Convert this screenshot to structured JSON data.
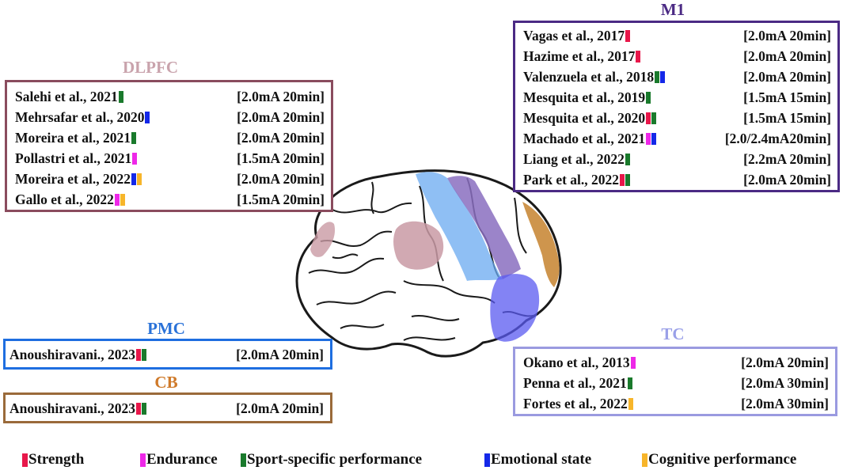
{
  "colors": {
    "strength": "#e8174a",
    "endurance": "#ee28e8",
    "sport": "#1a7a2c",
    "emotional": "#1428e8",
    "cognitive": "#f7b52a"
  },
  "regions": {
    "dlpfc": {
      "title": "DLPFC",
      "title_color": "#c9a3ac",
      "border_color": "#8a4c5e",
      "area_color": "#c99aa4",
      "studies": [
        {
          "name": "Salehi et al., 2021",
          "dose": "[2.0mA 20min]",
          "tags": [
            "sport"
          ]
        },
        {
          "name": "Mehrsafar et al., 2020",
          "dose": "[2.0mA 20min]",
          "tags": [
            "emotional"
          ]
        },
        {
          "name": "Moreira et al., 2021",
          "dose": "[2.0mA 20min]",
          "tags": [
            "sport"
          ]
        },
        {
          "name": "Pollastri et al., 2021",
          "dose": "[1.5mA 20min]",
          "tags": [
            "endurance"
          ]
        },
        {
          "name": "Moreira et al., 2022",
          "dose": "[2.0mA 20min]",
          "tags": [
            "emotional",
            "cognitive"
          ]
        },
        {
          "name": "Gallo et al., 2022",
          "dose": "[1.5mA 20min]",
          "tags": [
            "endurance",
            "cognitive"
          ]
        }
      ]
    },
    "m1": {
      "title": "M1",
      "title_color": "#4b2a84",
      "border_color": "#4b2a84",
      "area_color": "#8a6fc0",
      "studies": [
        {
          "name": "Vagas et al., 2017",
          "dose": "[2.0mA 20min]",
          "tags": [
            "strength"
          ]
        },
        {
          "name": "Hazime et al., 2017",
          "dose": "[2.0mA 20min]",
          "tags": [
            "strength"
          ]
        },
        {
          "name": "Valenzuela et al., 2018",
          "dose": "[2.0mA 20min]",
          "tags": [
            "sport",
            "emotional"
          ]
        },
        {
          "name": "Mesquita et al., 2019",
          "dose": "[1.5mA 15min]",
          "tags": [
            "sport"
          ]
        },
        {
          "name": "Mesquita et al., 2020",
          "dose": "[1.5mA 15min]",
          "tags": [
            "strength",
            "sport"
          ]
        },
        {
          "name": "Machado et al., 2021",
          "dose": "[2.0/2.4mA20min]",
          "tags": [
            "endurance",
            "emotional"
          ]
        },
        {
          "name": "Liang et al., 2022",
          "dose": "[2.2mA 20min]",
          "tags": [
            "sport"
          ]
        },
        {
          "name": "Park et al., 2022",
          "dose": "[2.0mA 20min]",
          "tags": [
            "strength",
            "sport"
          ]
        }
      ]
    },
    "pmc": {
      "title": "PMC",
      "title_color": "#2a72d8",
      "border_color": "#1e6ee0",
      "area_color": "#6aaaf0",
      "studies": [
        {
          "name": "Anoushiravani., 2023",
          "dose": "[2.0mA 20min]",
          "tags": [
            "strength",
            "sport"
          ]
        }
      ]
    },
    "cb": {
      "title": "CB",
      "title_color": "#cf7a2a",
      "border_color": "#9a6a3a",
      "area_color": "#c98a3a",
      "studies": [
        {
          "name": "Anoushiravani., 2023",
          "dose": "[2.0mA 20min]",
          "tags": [
            "strength",
            "sport"
          ]
        }
      ]
    },
    "tc": {
      "title": "TC",
      "title_color": "#9aa0e8",
      "border_color": "#9a9ae0",
      "area_color": "#5a5af0",
      "studies": [
        {
          "name": "Okano et al., 2013",
          "dose": "[2.0mA 20min]",
          "tags": [
            "endurance"
          ]
        },
        {
          "name": "Penna et al., 2021",
          "dose": "[2.0mA 30min]",
          "tags": [
            "sport"
          ]
        },
        {
          "name": "Fortes et al., 2022",
          "dose": "[2.0mA 30min]",
          "tags": [
            "cognitive"
          ]
        }
      ]
    }
  },
  "legend": [
    {
      "key": "strength",
      "label": "Strength"
    },
    {
      "key": "endurance",
      "label": "Endurance"
    },
    {
      "key": "sport",
      "label": "Sport-specific performance"
    },
    {
      "key": "emotional",
      "label": "Emotional state"
    },
    {
      "key": "cognitive",
      "label": "Cognitive performance"
    }
  ]
}
